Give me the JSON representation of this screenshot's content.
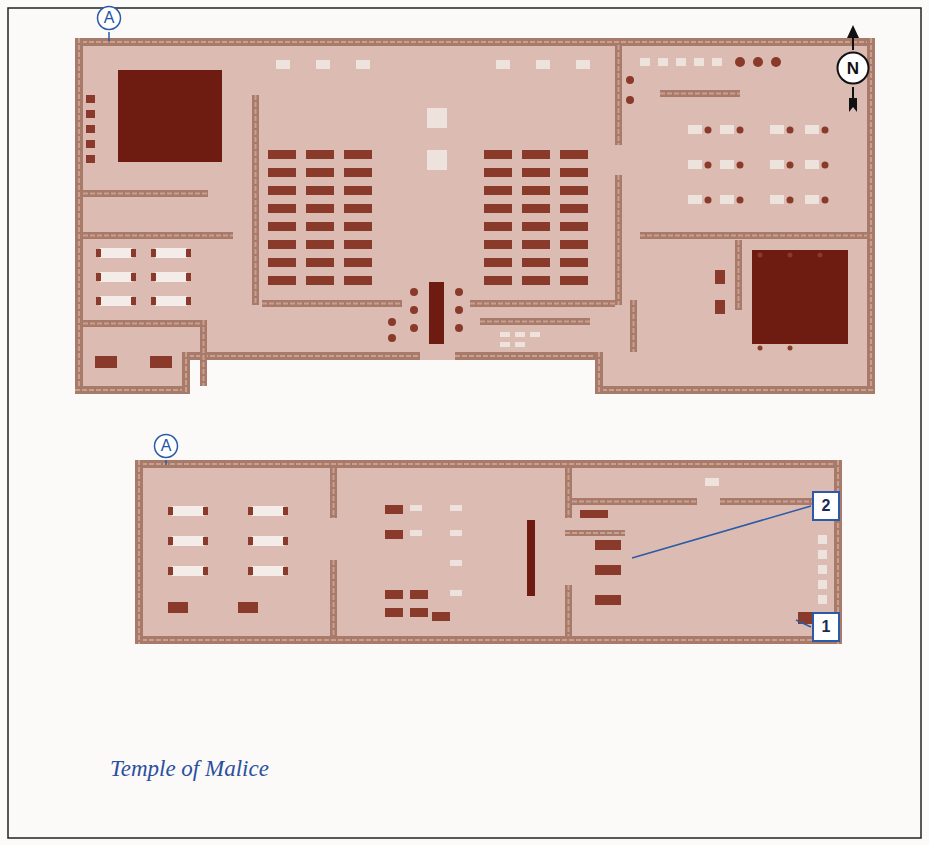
{
  "diagram": {
    "caption": "Temple of Malice",
    "nodes": [
      {
        "text": [
          "A"
        ]
      },
      {
        "text": [
          "A"
        ]
      },
      {
        "text": [
          "2"
        ]
      },
      {
        "text": [
          "1"
        ]
      },
      {
        "text": [
          "N"
        ]
      }
    ]
  }
}
